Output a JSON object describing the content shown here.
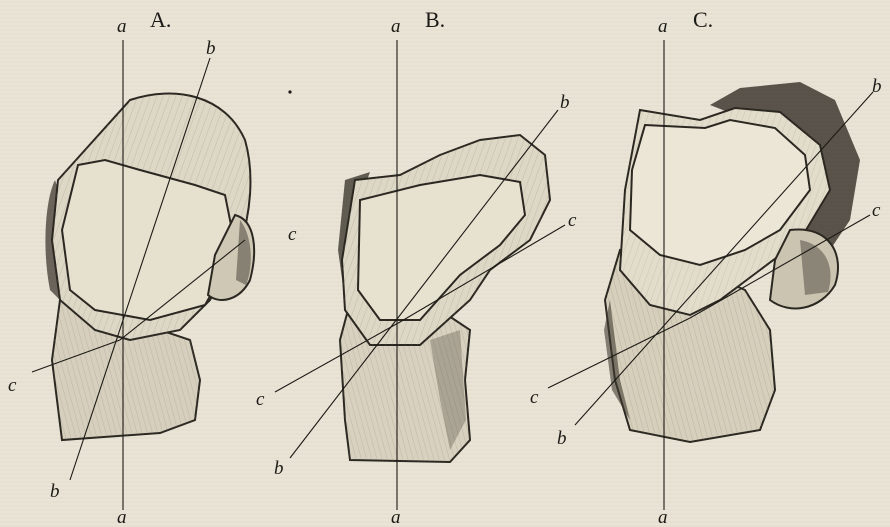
{
  "figure": {
    "panels": [
      {
        "title": "A.",
        "labels": {
          "a_top": "a",
          "a_bottom": "a",
          "b_top": "b",
          "b_bottom": "b",
          "c_right": "c",
          "c_left": "c"
        }
      },
      {
        "title": "B.",
        "labels": {
          "a_top": "a",
          "a_bottom": "a",
          "b_top": "b",
          "b_bottom": "b",
          "c_right": "c",
          "c_left": "c"
        }
      },
      {
        "title": "C.",
        "labels": {
          "a_top": "a",
          "a_bottom": "a",
          "b_top": "b",
          "b_bottom": "b",
          "c_right": "c",
          "c_left": "c"
        }
      }
    ],
    "colors": {
      "paper": "#e9e4d6",
      "ink": "#1c1a16",
      "bone": "#d9d3c2",
      "bone_dark": "#3f3a31"
    }
  }
}
